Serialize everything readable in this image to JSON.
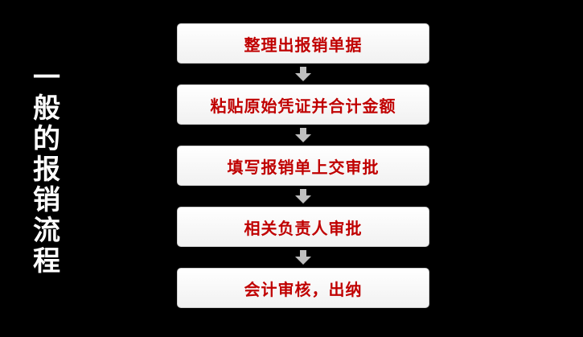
{
  "title_chars": [
    "一",
    "般",
    "的",
    "报",
    "销",
    "流",
    "程"
  ],
  "steps": [
    "整理出报销单据",
    "粘贴原始凭证并合计金额",
    "填写报销单上交审批",
    "相关负责人审批",
    "会计审核，出纳"
  ],
  "colors": {
    "background": "#000000",
    "title": "#ffffff",
    "step_text": "#c00000",
    "step_box": "#ffffff",
    "arrow": "#bfbfbf"
  }
}
